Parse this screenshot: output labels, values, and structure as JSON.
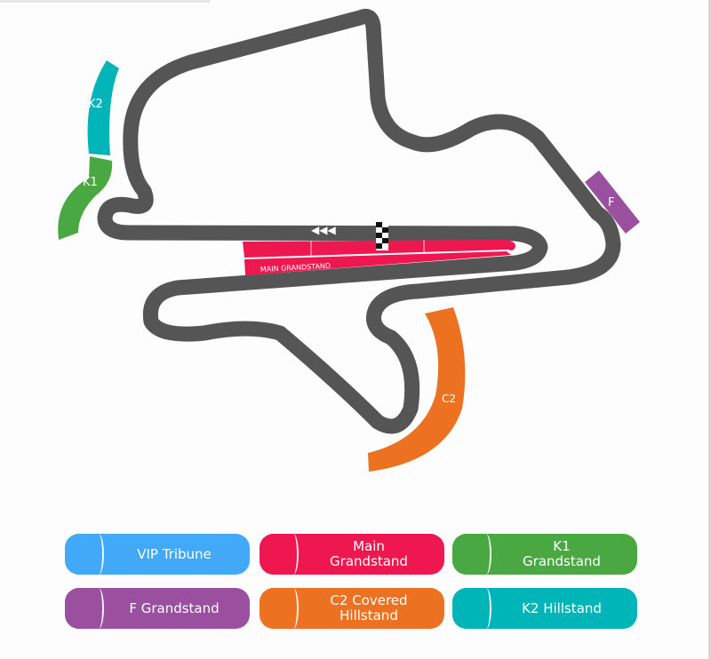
{
  "map": {
    "colors": {
      "track": "#555555",
      "main": "#ee174f",
      "k1": "#4aa843",
      "k2": "#00b5b8",
      "f": "#9b4f9f",
      "c2": "#ec7120",
      "vip": "#42a8f8"
    },
    "stand_labels": {
      "k2": "K2",
      "k1": "K1",
      "f": "F",
      "c2": "C2",
      "main": "MAIN GRANDSTAND"
    },
    "direction_icon": "◀◀◀"
  },
  "legend": {
    "items": [
      {
        "label": "VIP Tribune",
        "color": "#42a8f8"
      },
      {
        "label": "Main\nGrandstand",
        "color": "#ee174f"
      },
      {
        "label": "K1\nGrandstand",
        "color": "#4aa843"
      },
      {
        "label": "F Grandstand",
        "color": "#9b4f9f"
      },
      {
        "label": "C2 Covered\nHillstand",
        "color": "#ec7120"
      },
      {
        "label": "K2 Hillstand",
        "color": "#00b5b8"
      }
    ]
  }
}
